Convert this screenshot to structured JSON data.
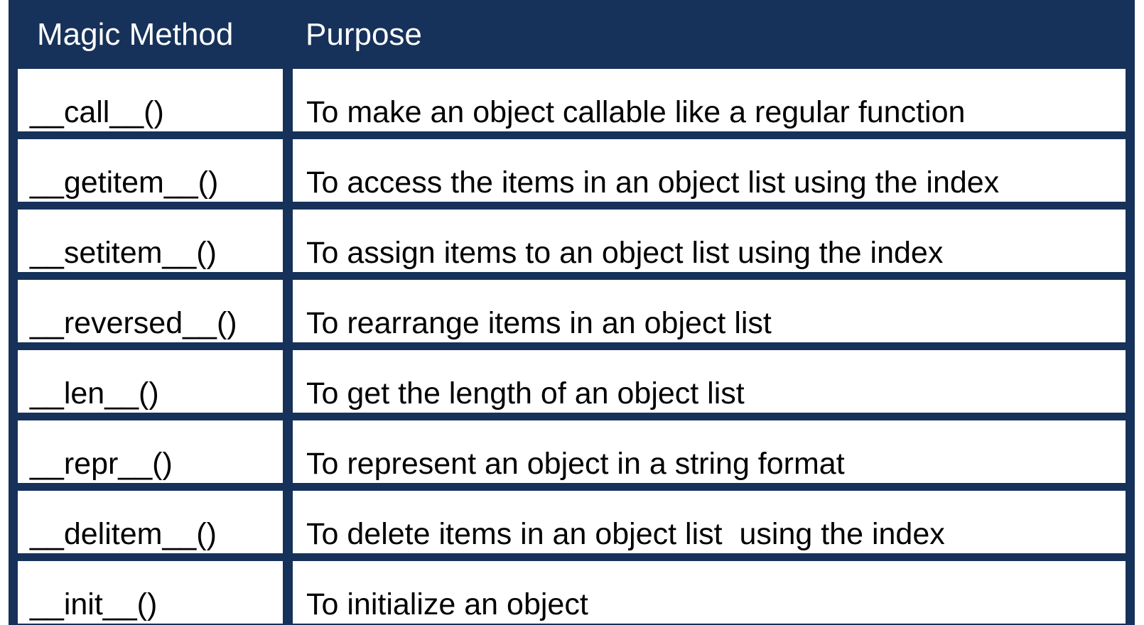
{
  "table": {
    "accent_color": "#16325a",
    "cell_background": "#ffffff",
    "header_text_color": "#ffffff",
    "body_text_color": "#000000",
    "columns": [
      {
        "key": "method",
        "label": "Magic Method"
      },
      {
        "key": "purpose",
        "label": "Purpose"
      }
    ],
    "rows": [
      {
        "method": "__call__()",
        "purpose": "To make an object callable like a regular function"
      },
      {
        "method": "__getitem__()",
        "purpose": "To access the items in an object list using the index"
      },
      {
        "method": "__setitem__()",
        "purpose": "To assign items to an object list using the index"
      },
      {
        "method": "__reversed__()",
        "purpose": "To rearrange items in an object list"
      },
      {
        "method": "__len__()",
        "purpose": "To get the length of an object list"
      },
      {
        "method": "__repr__()",
        "purpose": "To represent an object in a string format"
      },
      {
        "method": "__delitem__()",
        "purpose": "To delete items in an object list  using the index"
      },
      {
        "method": "__init__()",
        "purpose": "To initialize an object"
      }
    ]
  }
}
